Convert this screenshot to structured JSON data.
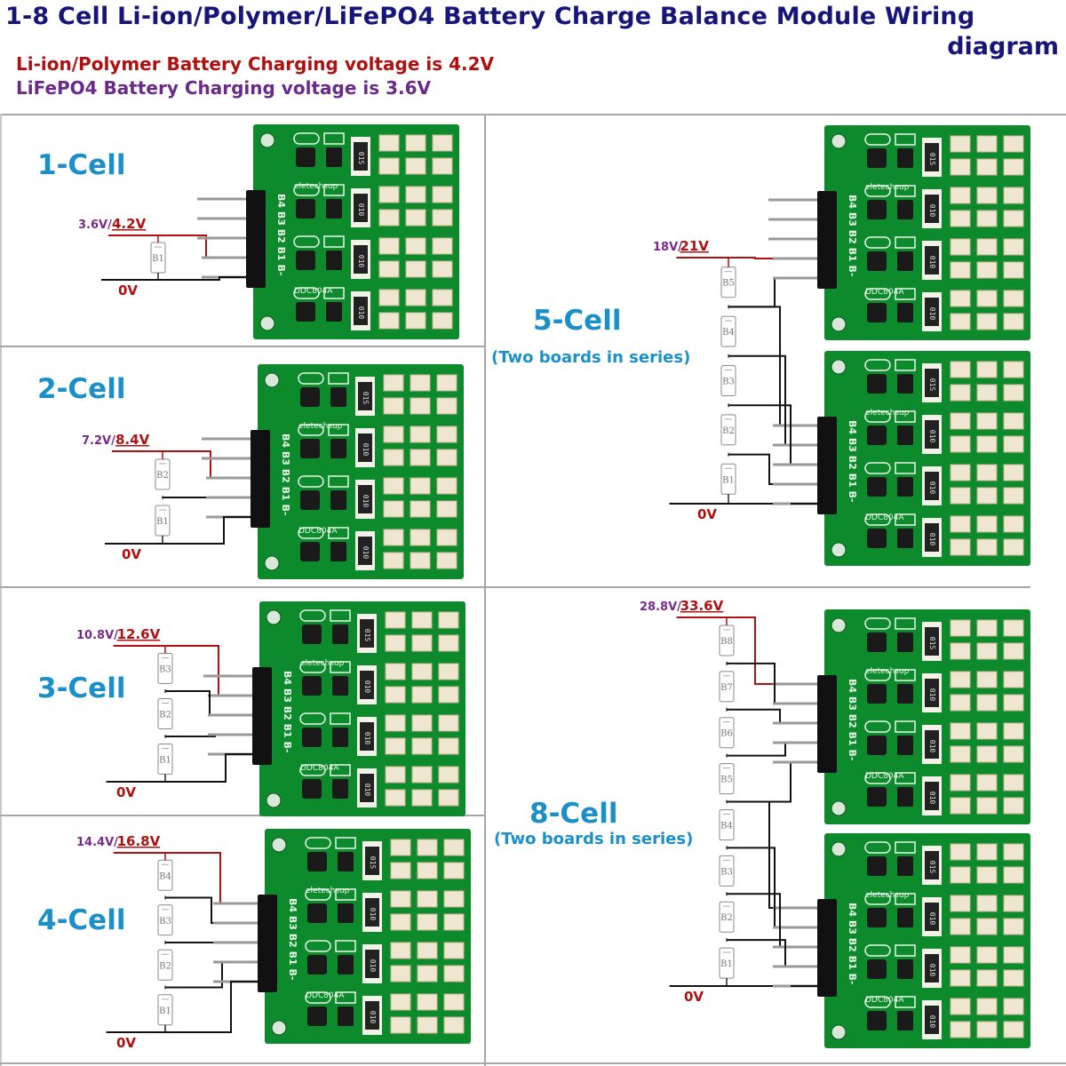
{
  "header": {
    "title_line1": "1-8 Cell Li-ion/Polymer/LiFePO4 Battery Charge Balance Module Wiring",
    "title_line2": "diagram",
    "liion_note": "Li-ion/Polymer Battery Charging voltage is 4.2V",
    "lifepo4_note": "LiFePO4 Battery Charging voltage is 3.6V"
  },
  "colors": {
    "title": "#16167a",
    "liion_red": "#b01010",
    "lifepo4_purple": "#6a2a8a",
    "cell_label_blue": "#1b8fc8",
    "pcb_green": "#0d8a2c",
    "divider_gray": "#a6a6a6"
  },
  "board": {
    "pin_labels": [
      "B4",
      "B3",
      "B2",
      "B1",
      "B-"
    ],
    "brand_text": "eletechsup",
    "model_text": "DDC804A",
    "resistor_codes": [
      "01S",
      "010",
      "010",
      "010"
    ]
  },
  "panels": [
    {
      "id": "1-cell",
      "label": "1-Cell",
      "note": "",
      "cells": 1,
      "boards": 1,
      "voltage_lifepo4": "3.6V/",
      "voltage_liion": "4.2V",
      "ground_label": "0V",
      "battery_labels": [
        "B1"
      ]
    },
    {
      "id": "2-cell",
      "label": "2-Cell",
      "note": "",
      "cells": 2,
      "boards": 1,
      "voltage_lifepo4": "7.2V/",
      "voltage_liion": "8.4V",
      "ground_label": "0V",
      "battery_labels": [
        "B2",
        "B1"
      ]
    },
    {
      "id": "3-cell",
      "label": "3-Cell",
      "note": "",
      "cells": 3,
      "boards": 1,
      "voltage_lifepo4": "10.8V/",
      "voltage_liion": "12.6V",
      "ground_label": "0V",
      "battery_labels": [
        "B3",
        "B2",
        "B1"
      ]
    },
    {
      "id": "4-cell",
      "label": "4-Cell",
      "note": "",
      "cells": 4,
      "boards": 1,
      "voltage_lifepo4": "14.4V/",
      "voltage_liion": "16.8V",
      "ground_label": "0V",
      "battery_labels": [
        "B4",
        "B3",
        "B2",
        "B1"
      ]
    },
    {
      "id": "5-cell",
      "label": "5-Cell",
      "note": "(Two boards in series)",
      "cells": 5,
      "boards": 2,
      "voltage_lifepo4": "18V/",
      "voltage_liion": "21V",
      "ground_label": "0V",
      "battery_labels": [
        "B5",
        "B4",
        "B3",
        "B2",
        "B1"
      ]
    },
    {
      "id": "8-cell",
      "label": "8-Cell",
      "note": "(Two boards in series)",
      "cells": 8,
      "boards": 2,
      "voltage_lifepo4": "28.8V/",
      "voltage_liion": "33.6V",
      "ground_label": "0V",
      "battery_labels": [
        "B8",
        "B7",
        "B6",
        "B5",
        "B4",
        "B3",
        "B2",
        "B1"
      ]
    }
  ]
}
